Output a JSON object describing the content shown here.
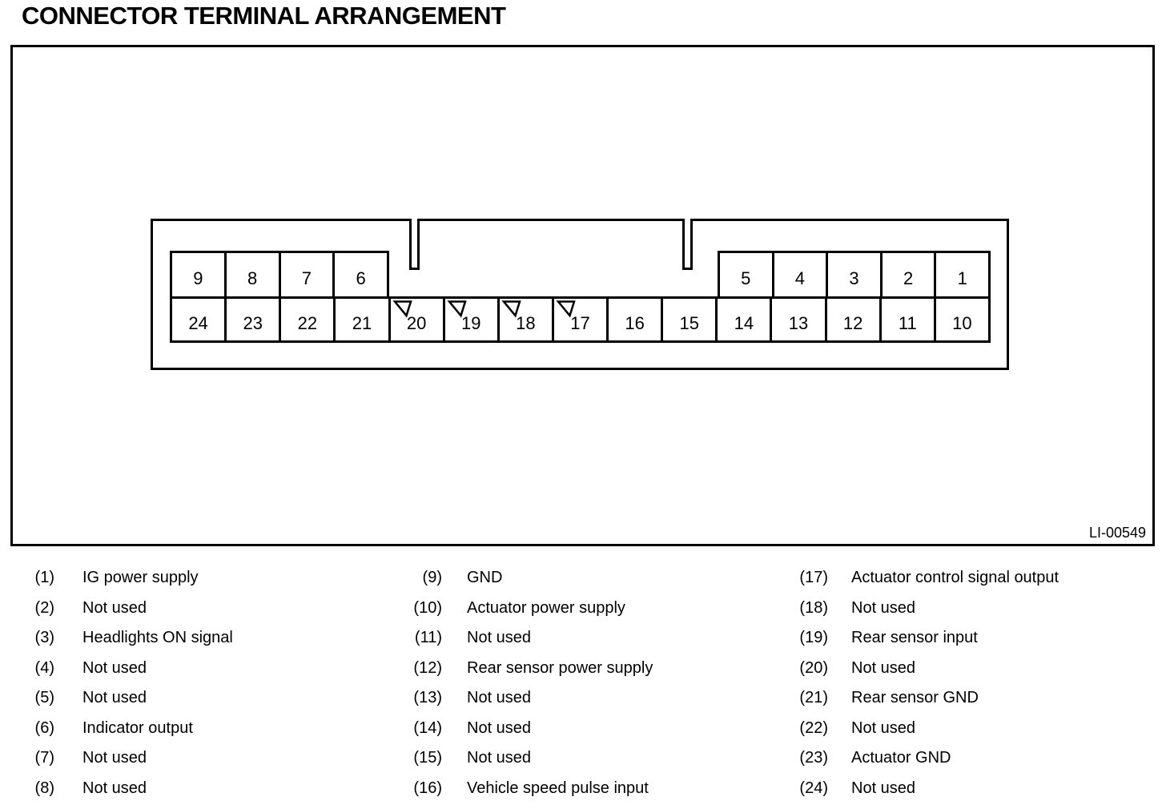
{
  "title": "CONNECTOR TERMINAL ARRANGEMENT",
  "figure": {
    "code": "LI-00549",
    "connector": {
      "top_row_left": [
        "9",
        "8",
        "7",
        "6"
      ],
      "top_row_right": [
        "5",
        "4",
        "3",
        "2",
        "1"
      ],
      "bottom_row": [
        "24",
        "23",
        "22",
        "21",
        "20",
        "19",
        "18",
        "17",
        "16",
        "15",
        "14",
        "13",
        "12",
        "11",
        "10"
      ],
      "marked_terminals": [
        "20",
        "19",
        "18",
        "17"
      ]
    }
  },
  "legend": {
    "columns": [
      {
        "items": [
          {
            "num": "(1)",
            "label": "IG power supply"
          },
          {
            "num": "(2)",
            "label": "Not used"
          },
          {
            "num": "(3)",
            "label": "Headlights ON signal"
          },
          {
            "num": "(4)",
            "label": "Not used"
          },
          {
            "num": "(5)",
            "label": "Not used"
          },
          {
            "num": "(6)",
            "label": "Indicator output"
          },
          {
            "num": "(7)",
            "label": "Not used"
          },
          {
            "num": "(8)",
            "label": "Not used"
          }
        ]
      },
      {
        "items": [
          {
            "num": "(9)",
            "label": "GND"
          },
          {
            "num": "(10)",
            "label": "Actuator power supply"
          },
          {
            "num": "(11)",
            "label": "Not used"
          },
          {
            "num": "(12)",
            "label": "Rear sensor power supply"
          },
          {
            "num": "(13)",
            "label": "Not used"
          },
          {
            "num": "(14)",
            "label": "Not used"
          },
          {
            "num": "(15)",
            "label": "Not used"
          },
          {
            "num": "(16)",
            "label": "Vehicle speed pulse input"
          }
        ]
      },
      {
        "items": [
          {
            "num": "(17)",
            "label": "Actuator control signal output"
          },
          {
            "num": "(18)",
            "label": "Not used"
          },
          {
            "num": "(19)",
            "label": "Rear sensor input"
          },
          {
            "num": "(20)",
            "label": "Not used"
          },
          {
            "num": "(21)",
            "label": "Rear sensor GND"
          },
          {
            "num": "(22)",
            "label": "Not used"
          },
          {
            "num": "(23)",
            "label": "Actuator GND"
          },
          {
            "num": "(24)",
            "label": "Not used"
          }
        ]
      }
    ]
  },
  "colors": {
    "ink": "#000000",
    "paper": "#ffffff"
  }
}
